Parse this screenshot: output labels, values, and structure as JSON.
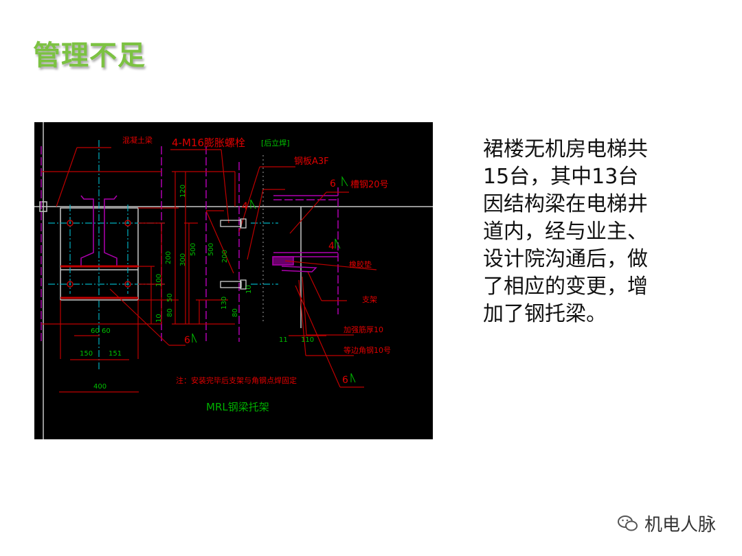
{
  "slide": {
    "title": "管理不足",
    "description_lines": [
      "裙楼无机房电梯共",
      "15台，其中13台",
      "因结构梁在电梯井",
      "道内，经与业主、",
      "设计院沟通后，做",
      "了相应的变更，增",
      "加了钢托梁。"
    ],
    "logo": {
      "icon": "wechat-icon",
      "text": "机电人脉"
    }
  },
  "drawing": {
    "labels": {
      "concrete_beam": "混凝土梁",
      "bolts": "4-M16膨胀螺栓",
      "weld_note": "[后立焊]",
      "steel_plate": "钢板A3F",
      "channel": "槽钢20号",
      "rubber_pad": "橡胶垫",
      "bracket": "支架",
      "stiffener": "加强筋厚10",
      "angle_steel": "等边角钢10号",
      "note": "注：安装完毕后支架与角钢点焊固定",
      "caption": "MRL钢梁托架"
    },
    "dimensions": {
      "d120": "120",
      "d300": "300",
      "d500a": "500",
      "d200a": "200",
      "d100": "100",
      "d50": "50",
      "d10a": "10",
      "d80a": "80",
      "d500b": "500",
      "d200b": "200",
      "d130": "130",
      "d80b": "80",
      "d10b": "10",
      "d11": "11",
      "d110": "110",
      "d60a": "60",
      "d60b": "60",
      "d150": "150",
      "d151": "151",
      "d400": "400"
    },
    "weld_symbols": {
      "w6a": "6",
      "w4a": "4",
      "w4b": "4",
      "w6b": "6",
      "w6c": "6"
    },
    "colors": {
      "background": "#000000",
      "red": "#c00000",
      "green": "#00b400",
      "magenta": "#b000b0",
      "cyan": "#00b0c0",
      "white": "#c8c8c8"
    }
  }
}
